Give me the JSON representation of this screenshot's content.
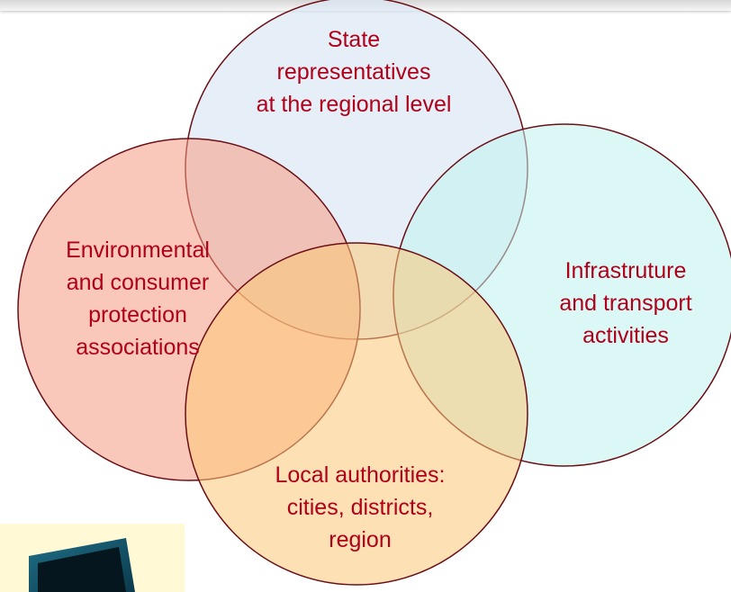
{
  "diagram": {
    "circles": [
      {
        "id": "state",
        "label": "State\nrepresentatives\nat the regional level",
        "fill": "#dbe8f5",
        "fillOpacity": 0.7
      },
      {
        "id": "environment",
        "label": "Environmental\nand consumer\nprotection\nassociations",
        "fill": "#f59a82",
        "fillOpacity": 0.55
      },
      {
        "id": "infrastructure",
        "label": "Infrastruture\nand transport\nactivities",
        "fill": "#bff3ee",
        "fillOpacity": 0.55
      },
      {
        "id": "local",
        "label": "Local authorities:\ncities, districts,\nregion",
        "fill": "#fbc978",
        "fillOpacity": 0.55
      }
    ],
    "stroke_color": "#6b0f16",
    "text_color": "#b0001a"
  }
}
